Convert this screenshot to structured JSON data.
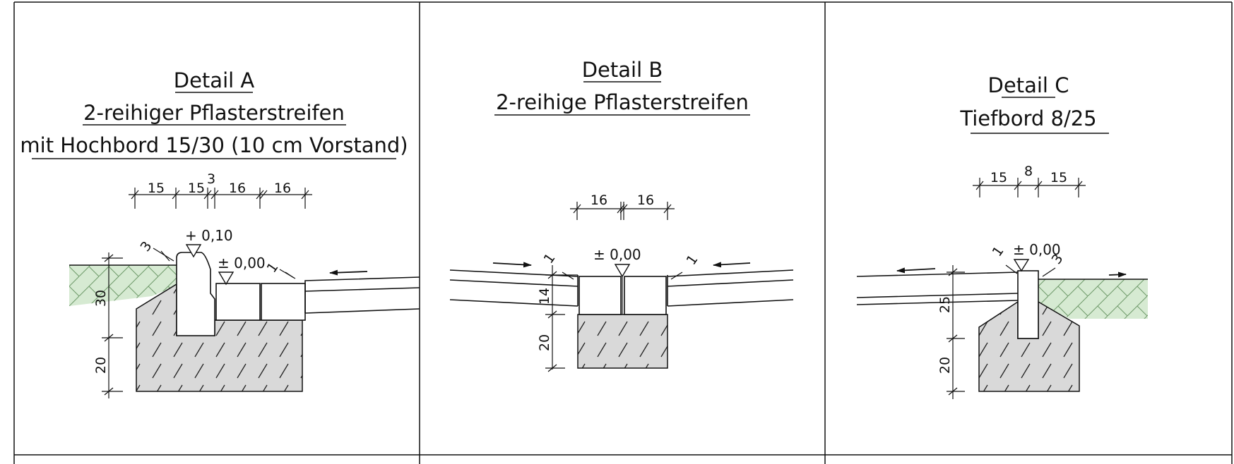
{
  "details": [
    {
      "title_lines": [
        "Detail A",
        "2-reihiger Pflasterstreifen",
        "mit Hochbord 15/30 (10 cm Vorstand)"
      ],
      "top_dims": [
        "15",
        "15",
        "3",
        "16",
        "16"
      ],
      "levels": [
        "+ 0,10",
        "± 0,00"
      ],
      "side_dims": [
        "30",
        "20",
        "3",
        "1"
      ]
    },
    {
      "title_lines": [
        "Detail B",
        "2-reihige Pflasterstreifen"
      ],
      "top_dims": [
        "16",
        "16"
      ],
      "levels": [
        "± 0,00"
      ],
      "side_dims": [
        "14",
        "20",
        "1",
        "1"
      ]
    },
    {
      "title_lines": [
        "Detail C",
        "Tiefbord 8/25"
      ],
      "top_dims": [
        "15",
        "8",
        "15"
      ],
      "levels": [
        "± 0,00"
      ],
      "side_dims": [
        "25",
        "20",
        "1",
        "3"
      ]
    }
  ],
  "colors": {
    "lawn": "#d6ead2",
    "concrete": "#d9d9d9",
    "line": "#111111"
  }
}
